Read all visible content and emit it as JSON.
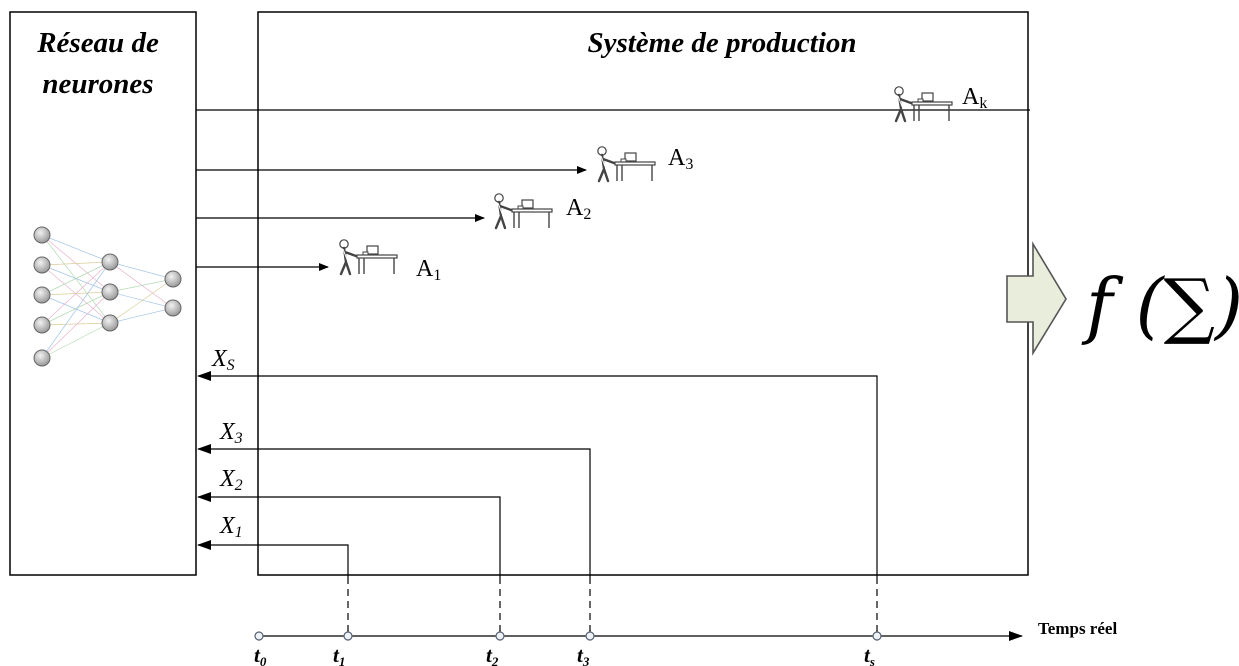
{
  "neural_box": {
    "title_line1": "Réseau de",
    "title_line2": "neurones"
  },
  "production_box": {
    "title": "Système de production"
  },
  "actions": [
    {
      "label": "A",
      "sub": "1"
    },
    {
      "label": "A",
      "sub": "2"
    },
    {
      "label": "A",
      "sub": "3"
    },
    {
      "label": "A",
      "sub": "k"
    }
  ],
  "inputs": [
    {
      "label": "X",
      "sub": "1"
    },
    {
      "label": "X",
      "sub": "2"
    },
    {
      "label": "X",
      "sub": "3"
    },
    {
      "label": "X",
      "sub": "S"
    }
  ],
  "timeline": {
    "axis_label": "Temps réel",
    "ticks": [
      {
        "label": "t",
        "sub": "0"
      },
      {
        "label": "t",
        "sub": "1"
      },
      {
        "label": "t",
        "sub": "2"
      },
      {
        "label": "t",
        "sub": "3"
      },
      {
        "label": "t",
        "sub": "s"
      }
    ]
  },
  "output": {
    "function_text": "f (∑)"
  },
  "colors": {
    "line": "#000000",
    "arrow_fill": "#e9eddc",
    "arrow_stroke": "#555555",
    "node_fill": "#cfcfcf",
    "node_stroke": "#666666"
  },
  "icons": {
    "worker": "worker-at-workstation-icon",
    "network": "neural-network-icon",
    "output_arrow": "block-arrow-right-icon"
  }
}
